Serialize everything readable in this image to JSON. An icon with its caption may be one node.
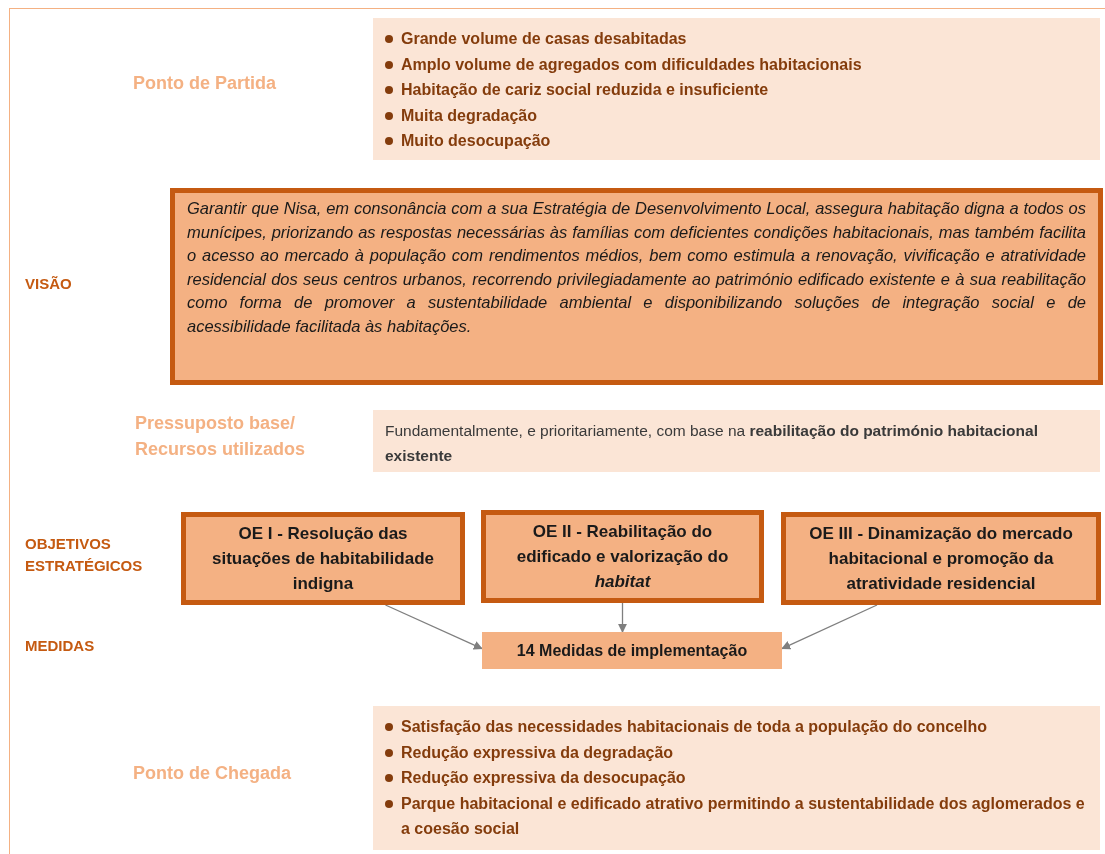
{
  "diagram": {
    "nodes": [
      {
        "text": [
          "Grande volume de casas desabitadas",
          "Amplo volume de agregados com dificuldades habitacionais",
          "Habitação de cariz social reduzida e insuficiente",
          "Muita degradação",
          "Muito desocupação"
        ]
      },
      {
        "text": [
          "Garantir que Nisa, em consonância com a sua Estratégia de Desenvolvimento Local, assegura habitação digna a todos os munícipes, priorizando as respostas necessárias às famílias com deficientes condições habitacionais, mas também facilita o acesso ao mercado à população com rendimentos médios, bem como estimula a renovação, vivificação e atratividade residencial dos seus centros urbanos, recorrendo privilegiadamente ao património edificado existente e à sua reabilitação como forma de promover a sustentabilidade ambiental e disponibilizando soluções de integração social e de acessibilidade facilitada às habitações."
        ]
      },
      {
        "text": [
          "Fundamentalmente, e prioritariamente, com base na **reabilitação do património habitacional existente**"
        ]
      },
      {
        "text": [
          "OE I - Resolução das situações de habitabilidade indigna"
        ]
      },
      {
        "text": [
          "OE II - Reabilitação do edificado e valorização do *habitat*"
        ]
      },
      {
        "text": [
          "OE III - Dinamização do mercado habitacional e promoção da atratividade residencial"
        ]
      },
      {
        "text": [
          "14 Medidas de implementação"
        ]
      },
      {
        "text": [
          "Satisfação das necessidades habitacionais de toda a população do concelho",
          "Redução expressiva da degradação",
          "Redução expressiva da desocupação",
          "Parque habitacional e edificado atrativo permitindo a sustentabilidade dos aglomerados e a coesão social"
        ]
      }
    ],
    "edges": [
      {
        "from": 3,
        "to": 6,
        "arrow": "to"
      },
      {
        "from": 4,
        "to": 6,
        "arrow": "to"
      },
      {
        "from": 5,
        "to": 6,
        "arrow": "to"
      }
    ],
    "labels": [
      "Ponto de Partida",
      "VISÃO",
      "Pressuposto base/ Recursos utilizados",
      "OBJETIVOS ESTRATÉGICOS",
      "MEDIDAS",
      "Ponto de Chegada"
    ]
  }
}
